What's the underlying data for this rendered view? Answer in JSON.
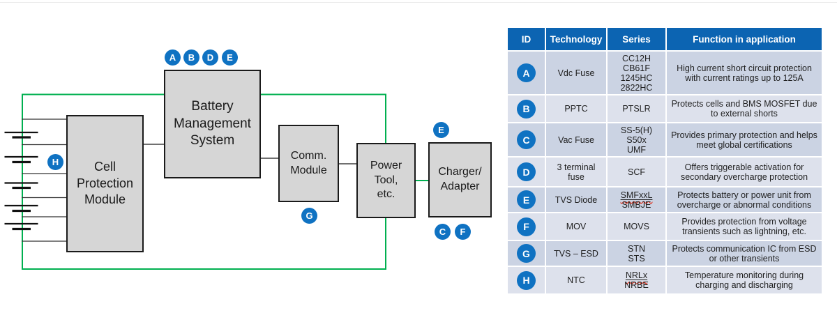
{
  "diagram": {
    "blocks": {
      "cell_protection": "Cell\nProtection\nModule",
      "bms": "Battery\nManagement\nSystem",
      "comm": "Comm.\nModule",
      "power_tool": "Power\nTool,\netc.",
      "charger": "Charger/\nAdapter"
    },
    "badges": {
      "bms_top": [
        "A",
        "B",
        "D",
        "E"
      ],
      "cell_protection_left": "H",
      "comm_bottom": "G",
      "charger_top": "E",
      "charger_bottom": [
        "C",
        "F"
      ]
    }
  },
  "table": {
    "headers": [
      "ID",
      "Technology",
      "Series",
      "Function in application"
    ],
    "rows": [
      {
        "id": "A",
        "technology": "Vdc Fuse",
        "series": [
          "CC12H",
          "CB61F",
          "1245HC",
          "2822HC"
        ],
        "function": "High current short circuit protection with current ratings up to 125A"
      },
      {
        "id": "B",
        "technology": "PPTC",
        "series": [
          "PTSLR"
        ],
        "function": "Protects cells and BMS MOSFET due to external shorts"
      },
      {
        "id": "C",
        "technology": "Vac Fuse",
        "series": [
          "SS-5(H)",
          "S50x",
          "UMF"
        ],
        "function": "Provides primary protection and helps meet global certifications"
      },
      {
        "id": "D",
        "technology": "3 terminal fuse",
        "series": [
          "SCF"
        ],
        "function": "Offers triggerable activation for secondary overcharge protection"
      },
      {
        "id": "E",
        "technology": "TVS Diode",
        "series": [
          "SMFxxL",
          "SMBJE"
        ],
        "function": "Protects battery or power unit from overcharge or abnormal conditions"
      },
      {
        "id": "F",
        "technology": "MOV",
        "series": [
          "MOVS"
        ],
        "function": "Provides protection from voltage transients such as lightning, etc."
      },
      {
        "id": "G",
        "technology": "TVS – ESD",
        "series": [
          "STN",
          "STS"
        ],
        "function": "Protects communication IC from ESD or other transients"
      },
      {
        "id": "H",
        "technology": "NTC",
        "series": [
          "NRLx",
          "NRBE"
        ],
        "function": "Temperature monitoring during charging and discharging"
      }
    ],
    "underlined_series": [
      "SMFxxL",
      "NRLx"
    ]
  },
  "colors": {
    "badge_blue": "#0f72c2",
    "header_blue": "#0c64b2",
    "row_dark": "#cbd3e3",
    "row_light": "#dde1ec",
    "wire_green": "#00b050",
    "box_fill": "#d6d6d6"
  }
}
